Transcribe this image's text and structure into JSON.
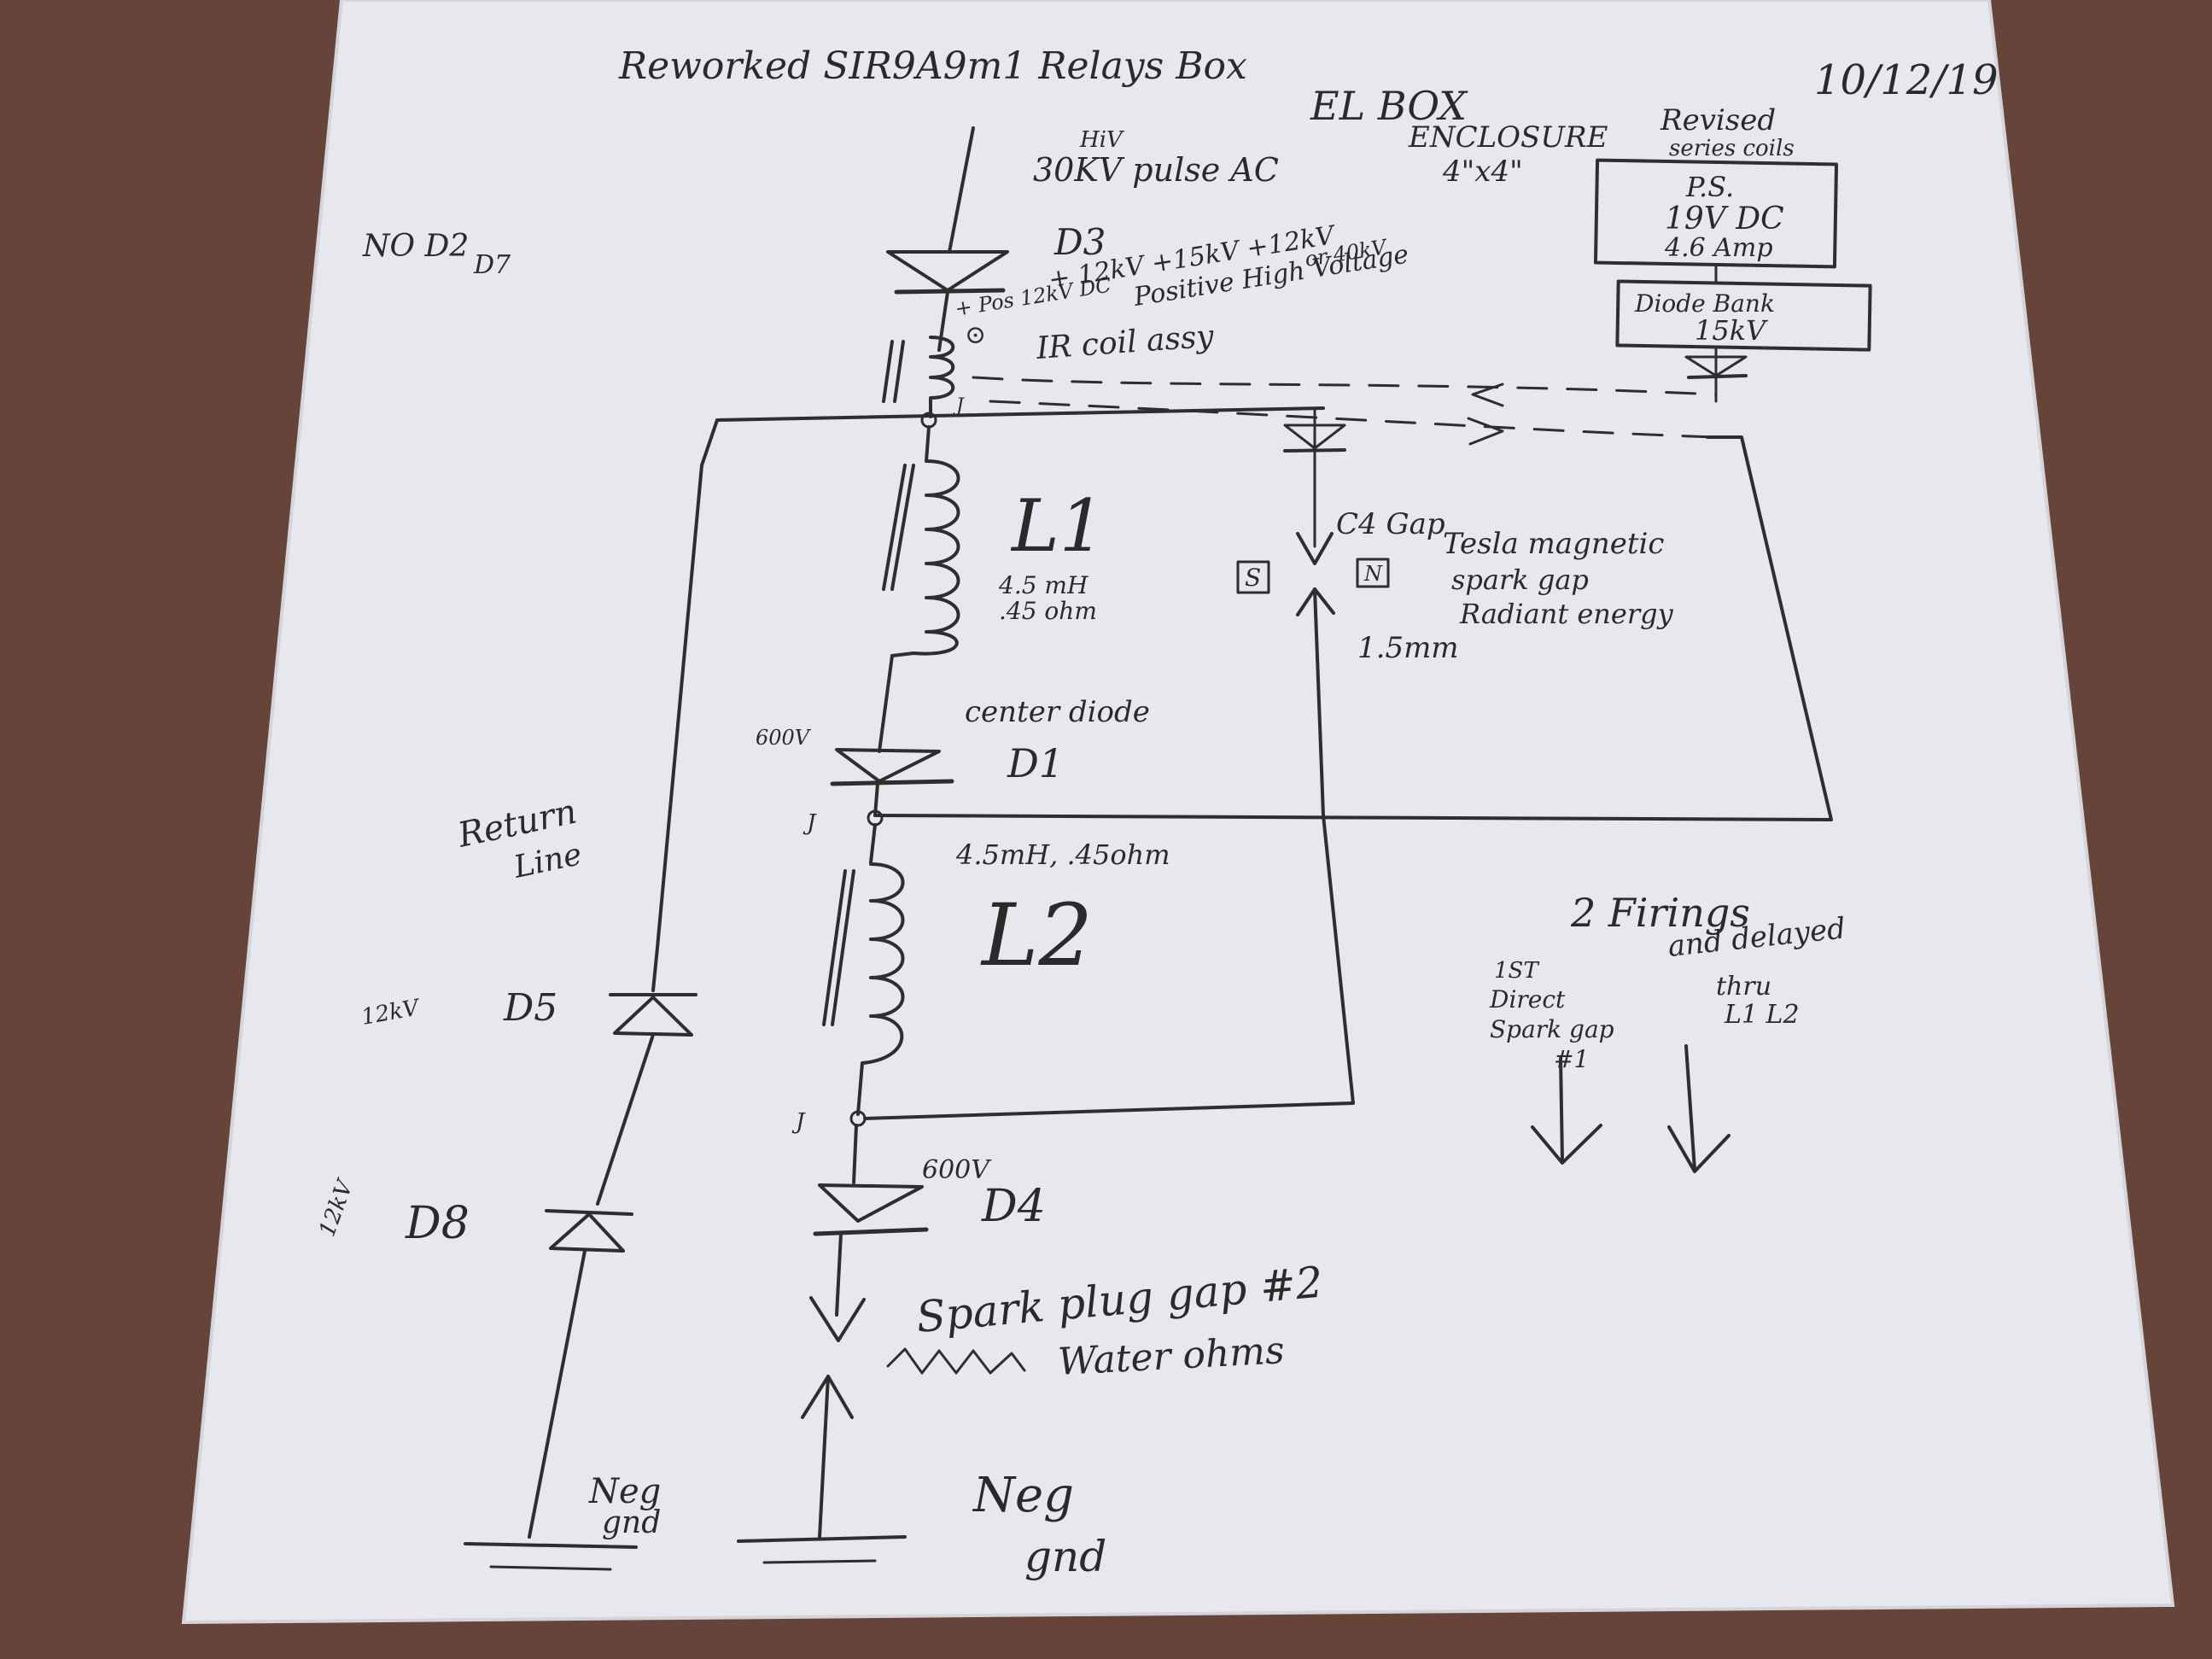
{
  "title": "Reworked SIR9A9m1 Relays Box",
  "date": "10/12/19",
  "revised": "Revised",
  "series_coils": "series coils",
  "el_box": "EL BOX",
  "enclosure": "ENCLOSURE",
  "enclosure_size": "4\"x4\"",
  "hv_label": "HiV",
  "hv_source": "30KV pulse AC",
  "no_d2": "NO D2",
  "no_d7": "D7",
  "d3": {
    "name": "D3",
    "rating": "+ 12kV +15kV +12kV",
    "pos_line": "+ Pos 12kV DC",
    "or_40kv": "or 40kV",
    "desc": "Positive High Voltage"
  },
  "ir_coil": "IR coil assy",
  "power_supply": [
    "P.S.",
    "19V DC",
    "4.6 Amp"
  ],
  "diode_bank": [
    "Diode Bank",
    "15kV"
  ],
  "l1": {
    "name": "L1",
    "spec1": "4.5 mH",
    "spec2": ".45 ohm"
  },
  "c4_gap": "C4 Gap",
  "tesla_gap": [
    "Tesla magnetic",
    "spark gap",
    "Radiant energy"
  ],
  "gap_s": "S",
  "gap_n": "N",
  "gap_size": "1.5mm",
  "d1": {
    "name": "D1",
    "rating": "600V",
    "desc": "center diode"
  },
  "junction": "J",
  "l2": {
    "name": "L2",
    "spec": "4.5mH, .45ohm"
  },
  "return_line": [
    "Return",
    "Line"
  ],
  "d5": {
    "name": "D5",
    "rating": "12kV"
  },
  "d8": {
    "name": "D8",
    "rating": "12kV"
  },
  "d4": {
    "name": "D4",
    "rating": "600V"
  },
  "firings": {
    "title": "2 Firings",
    "first": [
      "1ST",
      "Direct",
      "Spark gap",
      "#1"
    ],
    "second": [
      "and delayed",
      "thru",
      "L1 L2"
    ]
  },
  "spark_plug": "Spark plug gap #2",
  "water_ohms": "Water ohms",
  "neg_gnd": [
    "Neg",
    "gnd"
  ]
}
